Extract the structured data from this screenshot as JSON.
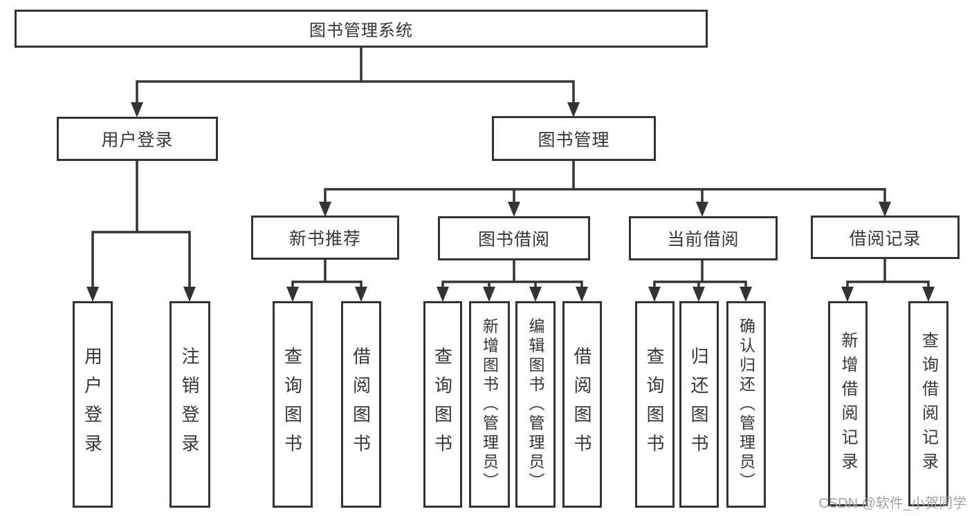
{
  "diagram": {
    "type": "hierarchy-tree",
    "colors": {
      "line": "#333333",
      "border": "#333333",
      "text": "#363636",
      "watermark": "#a3a3a3",
      "background": "#ffffff"
    },
    "tree": {
      "label": "图书管理系统",
      "children": [
        {
          "label": "用户登录",
          "children": [
            {
              "label": "用户登录"
            },
            {
              "label": "注销登录"
            }
          ]
        },
        {
          "label": "图书管理",
          "children": [
            {
              "label": "新书推荐",
              "children": [
                {
                  "label": "查询图书"
                },
                {
                  "label": "借阅图书"
                }
              ]
            },
            {
              "label": "图书借阅",
              "children": [
                {
                  "label": "查询图书"
                },
                {
                  "label": "新增图书（管理员）"
                },
                {
                  "label": "编辑图书（管理员）"
                },
                {
                  "label": "借阅图书"
                }
              ]
            },
            {
              "label": "当前借阅",
              "children": [
                {
                  "label": "查询图书"
                },
                {
                  "label": "归还图书"
                },
                {
                  "label": "确认归还（管理员）"
                }
              ]
            },
            {
              "label": "借阅记录",
              "children": [
                {
                  "label": "新增借阅记录"
                },
                {
                  "label": "查询借阅记录"
                }
              ]
            }
          ]
        }
      ]
    },
    "watermark": "CSDN @软件_小贺同学"
  }
}
